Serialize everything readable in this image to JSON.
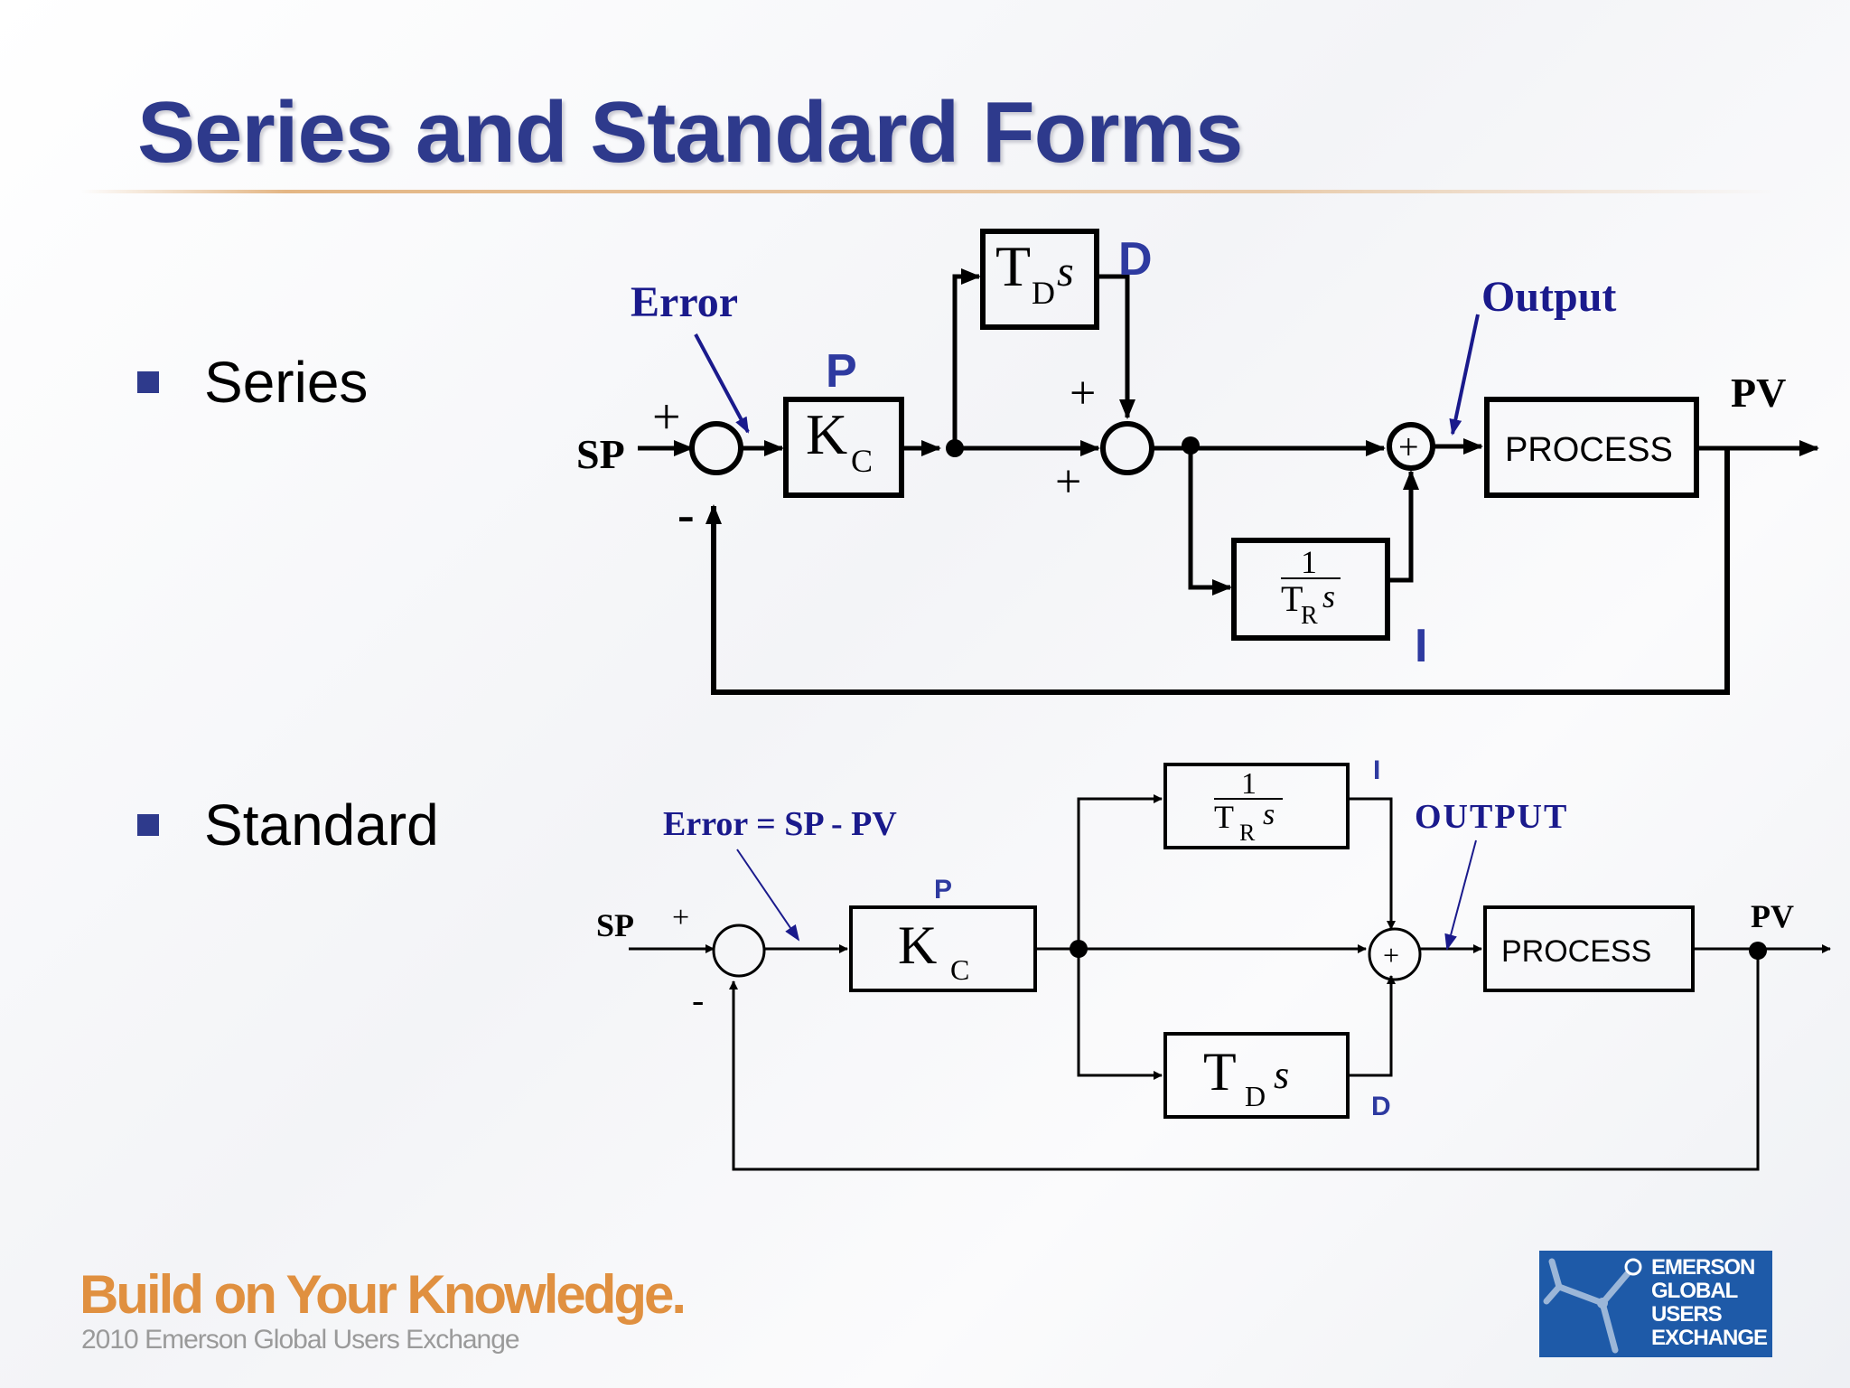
{
  "slide": {
    "title": "Series and Standard Forms",
    "bullets": [
      {
        "label": "Series"
      },
      {
        "label": "Standard"
      }
    ]
  },
  "series_diagram": {
    "error_label": "Error",
    "output_label": "Output",
    "sp_label": "SP",
    "pv_label": "PV",
    "plus": "+",
    "minus": "-",
    "p_label": "P",
    "i_label": "I",
    "d_label": "D",
    "kc_main": "K",
    "kc_sub": "C",
    "td_main": "T",
    "td_sub": "D",
    "td_s": "s",
    "tr_num": "1",
    "tr_main": "T",
    "tr_sub": "R",
    "tr_s": "s",
    "process_label": "PROCESS",
    "sum_plus": "+"
  },
  "standard_diagram": {
    "error_label": "Error = SP - PV",
    "output_label": "OUTPUT",
    "sp_label": "SP",
    "pv_label": "PV",
    "plus": "+",
    "minus": "-",
    "p_label": "P",
    "i_label": "I",
    "d_label": "D",
    "kc_main": "K",
    "kc_sub": "C",
    "td_main": "T",
    "td_sub": "D",
    "td_s": "s",
    "tr_num": "1",
    "tr_main": "T",
    "tr_sub": "R",
    "tr_s": "s",
    "process_label": "PROCESS",
    "sum_plus": "+"
  },
  "footer": {
    "tagline": "Build on Your Knowledge.",
    "event": "2010 Emerson Global Users Exchange",
    "logo_lines": [
      "EMERSON",
      "GLOBAL",
      "USERS",
      "EXCHANGE"
    ]
  },
  "colors": {
    "title": "#2e3a8c",
    "annotation": "#1a1a8c",
    "pid_letters": "#2e3aa0",
    "footer_orange": "#e09040",
    "logo_blue": "#1e5aa8"
  }
}
